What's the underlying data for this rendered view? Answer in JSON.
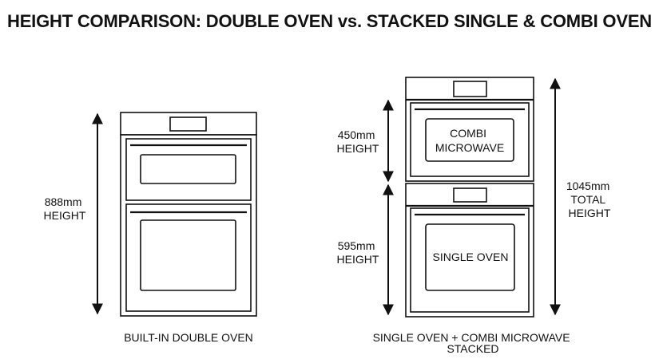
{
  "title": "HEIGHT COMPARISON: DOUBLE OVEN vs. STACKED SINGLE & COMBI OVEN",
  "left": {
    "height_label": [
      "888mm",
      "HEIGHT"
    ],
    "caption": "BUILT-IN DOUBLE OVEN"
  },
  "right": {
    "combi_label": [
      "COMBI",
      "MICROWAVE"
    ],
    "combi_height_label": [
      "450mm",
      "HEIGHT"
    ],
    "single_label": "SINGLE OVEN",
    "single_height_label": [
      "595mm",
      "HEIGHT"
    ],
    "total_height_label": [
      "1045mm",
      "TOTAL",
      "HEIGHT"
    ],
    "caption": [
      "SINGLE OVEN + COMBI MICROWAVE",
      "STACKED"
    ]
  }
}
